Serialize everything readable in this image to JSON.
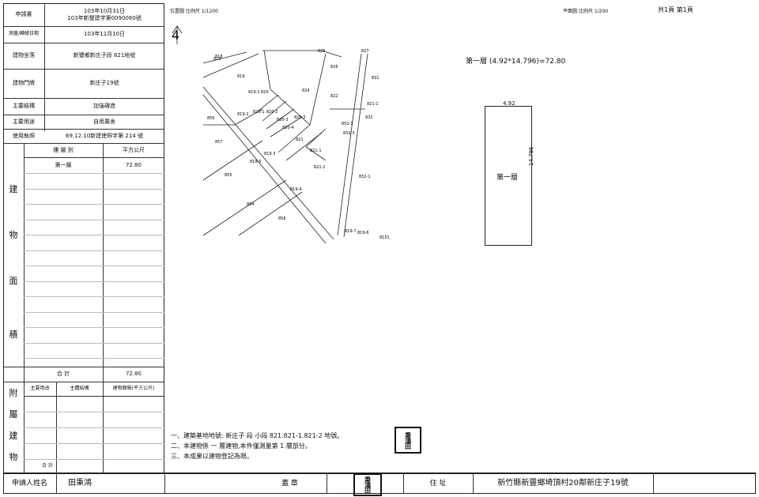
{
  "left_table": {
    "rows": [
      {
        "label": "申請書",
        "value": "103年10月31日\n103年新豐建字第0090060號"
      },
      {
        "label": "測量/轉繪日期",
        "value": "103年11月10日"
      },
      {
        "label": "建物坐落",
        "value": "新豐鄉新庄子段 821地號"
      },
      {
        "label": "建物門牌",
        "value": "新庄子19號"
      },
      {
        "label": "主要結構",
        "value": "加強磚造"
      },
      {
        "label": "主要用途",
        "value": "自用農舍"
      },
      {
        "label": "使用執照",
        "value": "69.12.10新建使照字第 214 號"
      }
    ],
    "area_section_label": [
      "建",
      "物",
      "面",
      "積"
    ],
    "area_headers": {
      "floor": "樓 層 別",
      "sqm": "平方公尺"
    },
    "area_rows": [
      {
        "floor": "第一層",
        "sqm": "72.80"
      }
    ],
    "area_total_label": "合 計",
    "area_total_value": "72.80",
    "annex_section_label": [
      "附",
      "屬",
      "建",
      "物"
    ],
    "annex_headers": {
      "use": "主要用途",
      "structure": "主體結構",
      "area": "建物面積(平方公尺)"
    },
    "annex_total_label": "合 計"
  },
  "header": {
    "location_map": "位置圖 比例尺 1/1200",
    "floor_plan": "平面圖 比例尺 1/200",
    "page_info": "共1頁 第1頁"
  },
  "location_map": {
    "north_mark": "4",
    "parcels": [
      "818",
      "819",
      "819-1",
      "820",
      "820-1",
      "820-2",
      "820-3",
      "820-4",
      "820-5",
      "825",
      "827",
      "826",
      "824",
      "822",
      "831",
      "821-1",
      "832",
      "852-1",
      "821",
      "821-1",
      "832-3",
      "856",
      "857",
      "819-2",
      "819-3",
      "819-5",
      "819-4",
      "819-6",
      "819-7",
      "821-2",
      "832-1",
      "855",
      "854",
      "858",
      "8151",
      "810"
    ]
  },
  "floor_plan": {
    "title": "第一層 (4.92*14.796)=72.80",
    "width_label": "4.92",
    "height_label": "14.796",
    "room_label": "第一層"
  },
  "notes": [
    "一、建築基地地號: 新庄子 段 小段 821.821-1.821-2 地號。",
    "二、本建物係 一 層建物,本件僅測量第 1 層部分。",
    "三、本成果以建物登記為限。"
  ],
  "footer": {
    "applicant_label": "申請人姓名",
    "applicant_name": "田秉鴻",
    "seal_label": "蓋 章",
    "stamp_text": "秉鴻田",
    "address_label": "住 址",
    "address_value": "新竹縣新豐鄉埼頂村20鄰新庄子19號"
  }
}
